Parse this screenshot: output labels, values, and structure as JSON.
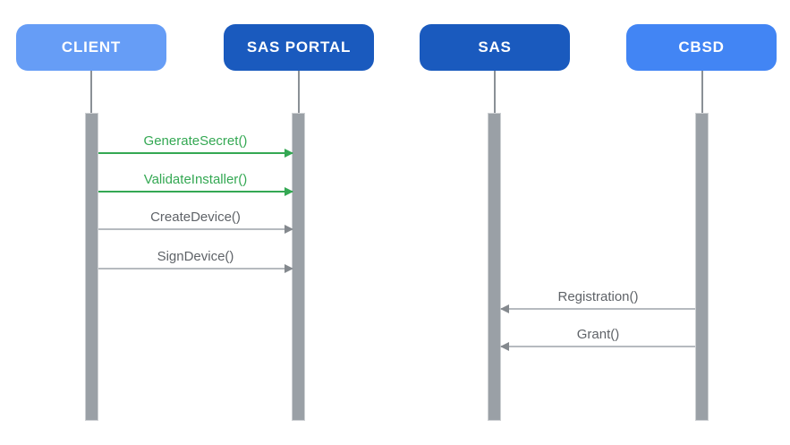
{
  "diagram": {
    "type": "sequence",
    "background": "#FFFFFF"
  },
  "actors": [
    {
      "id": "client",
      "label": "CLIENT",
      "color": "#669DF6"
    },
    {
      "id": "sas-portal",
      "label": "SAS PORTAL",
      "color": "#1A5ABE"
    },
    {
      "id": "sas",
      "label": "SAS",
      "color": "#1A5ABE"
    },
    {
      "id": "cbsd",
      "label": "CBSD",
      "color": "#4285F4"
    }
  ],
  "messages": [
    {
      "label": "GenerateSecret()",
      "from": "CLIENT",
      "to": "SAS PORTAL",
      "direction": "right",
      "color": "#34A853"
    },
    {
      "label": "ValidateInstaller()",
      "from": "CLIENT",
      "to": "SAS PORTAL",
      "direction": "right",
      "color": "#34A853"
    },
    {
      "label": "CreateDevice()",
      "from": "CLIENT",
      "to": "SAS PORTAL",
      "direction": "right",
      "color": "#5F6368"
    },
    {
      "label": "SignDevice()",
      "from": "CLIENT",
      "to": "SAS PORTAL",
      "direction": "right",
      "color": "#5F6368"
    },
    {
      "label": "Registration()",
      "from": "CBSD",
      "to": "SAS",
      "direction": "left",
      "color": "#5F6368"
    },
    {
      "label": "Grant()",
      "from": "CBSD",
      "to": "SAS",
      "direction": "left",
      "color": "#5F6368"
    }
  ],
  "colors": {
    "green_message": "#34A853",
    "gray_message_text": "#5F6368",
    "gray_message_line": "#B6BABF",
    "activation_bar": "#9AA0A6",
    "lifeline": "#8A9096",
    "light_blue_actor": "#669DF6",
    "dark_blue_actor": "#1A5ABE",
    "medium_blue_actor": "#4285F4"
  }
}
